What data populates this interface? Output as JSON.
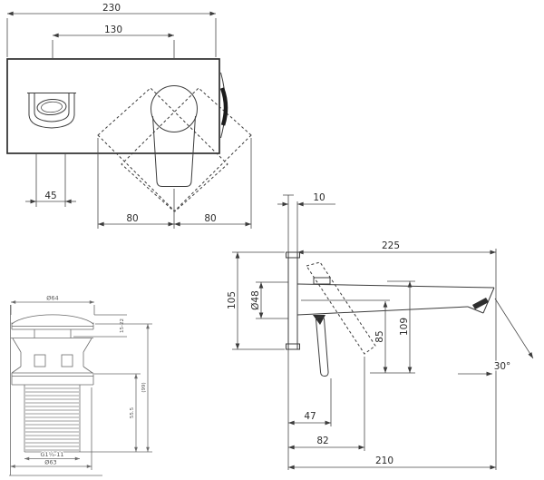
{
  "front_view": {
    "width": "230",
    "spout_to_handle": "130",
    "spout_width": "45",
    "handle_travel_left": "80",
    "handle_travel_right": "80"
  },
  "side_view": {
    "wall_gap": "10",
    "spout_reach": "225",
    "plate_height": "105",
    "trim_diameter": "Ø48",
    "underside_height": "85",
    "spout_top_height": "109",
    "outlet_angle": "30°",
    "lever_closed_reach": "47",
    "lever_open_reach": "82",
    "overall_reach": "210"
  },
  "drain_view": {
    "cap_diameter": "Ø64",
    "cap_lift_range": "15-22",
    "thread_length": "55.5",
    "overall_height": "(99)",
    "thread_size": "G1¼-11",
    "flange_diameter": "Ø63"
  },
  "colors": {
    "line": "#3c3c3c",
    "detail_line": "#6b6b6b",
    "background": "#ffffff"
  }
}
